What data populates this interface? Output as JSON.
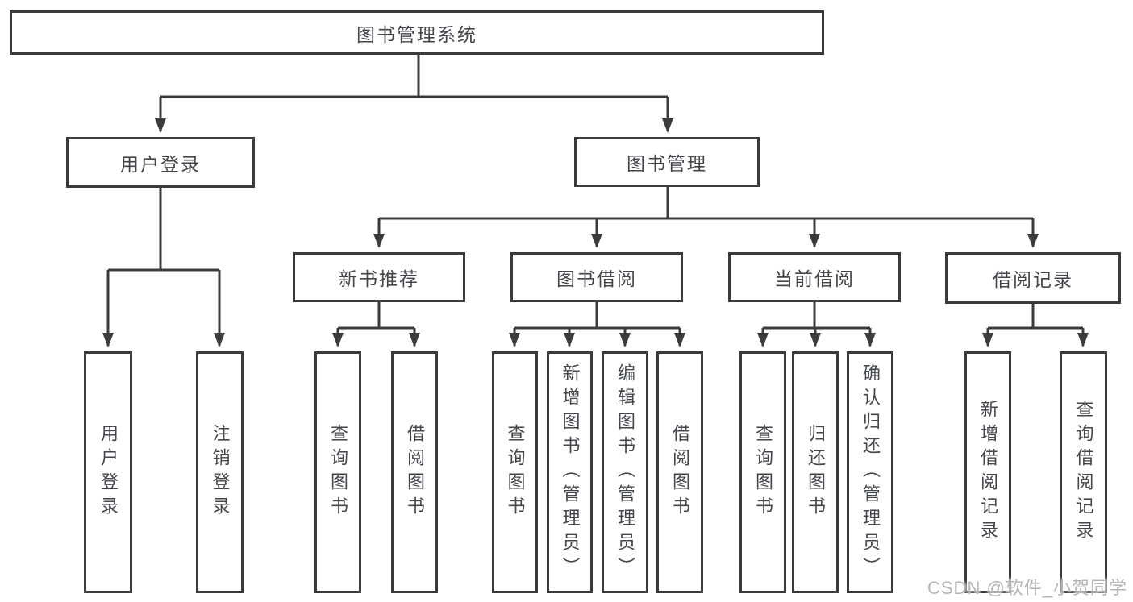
{
  "watermark": "CSDN @软件_小贺同学",
  "colors": {
    "line": "#3b3b3b",
    "box_border": "#3b3b3b",
    "text": "#43464b",
    "watermark": "#b2b5b8",
    "background": "#ffffff"
  },
  "tree": {
    "root": {
      "label": "图书管理系统"
    },
    "branches": [
      {
        "label": "用户登录",
        "children": [
          {
            "label": "用户登录"
          },
          {
            "label": "注销登录"
          }
        ]
      },
      {
        "label": "图书管理",
        "children": [
          {
            "label": "新书推荐",
            "children": [
              {
                "label": "查询图书"
              },
              {
                "label": "借阅图书"
              }
            ]
          },
          {
            "label": "图书借阅",
            "children": [
              {
                "label": "查询图书"
              },
              {
                "label": "新增图书（管理员）"
              },
              {
                "label": "编辑图书（管理员）"
              },
              {
                "label": "借阅图书"
              }
            ]
          },
          {
            "label": "当前借阅",
            "children": [
              {
                "label": "查询图书"
              },
              {
                "label": "归还图书"
              },
              {
                "label": "确认归还（管理员）"
              }
            ]
          },
          {
            "label": "借阅记录",
            "children": [
              {
                "label": "新增借阅记录"
              },
              {
                "label": "查询借阅记录"
              }
            ]
          }
        ]
      }
    ]
  }
}
